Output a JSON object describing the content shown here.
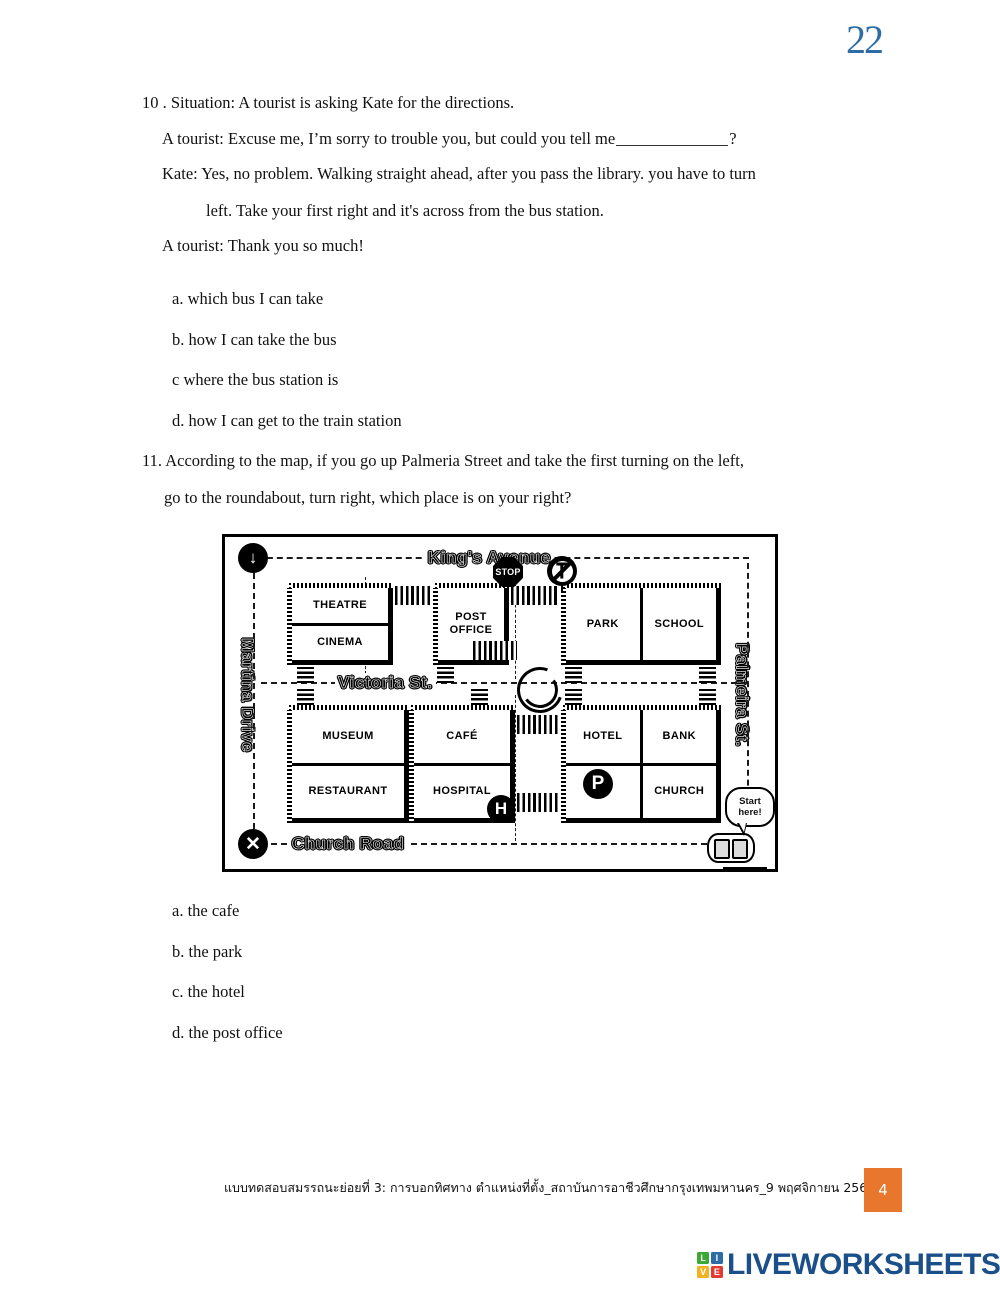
{
  "page": {
    "number_top": "22",
    "badge_number": "4",
    "footer_text": "แบบทดสอบสมรรถนะย่อยที่ 3: การบอกทิศทาง ตำแหน่งที่ตั้ง_สถาบันการอาชีวศึกษากรุงเทพมหานคร_9 พฤศจิกายน 2565",
    "accent_blue": "#2e6da4",
    "accent_orange": "#e8762c",
    "logo_blue": "#1b4f8a"
  },
  "questions": [
    {
      "number": "10 .",
      "lines": [
        "10 . Situation: A tourist is asking Kate for the directions.",
        "A tourist: Excuse me, I’m sorry to trouble you, but could you tell me",
        "Kate: Yes, no problem. Walking straight ahead, after you pass the library. you have to turn",
        "left.  Take your first right and it's across from the bus station.",
        "A tourist: Thank you so much!"
      ],
      "line2_suffix": "?",
      "options": [
        "a. which bus I can take",
        "b. how I can take the bus",
        "c where the bus station is",
        "d. how I can get to the train station"
      ]
    },
    {
      "number": "11.",
      "lines": [
        "11. According to the map, if you go up Palmeria Street and take the first turning on the left,",
        "go to the roundabout, turn right, which place is on your right?"
      ],
      "options": [
        "a. the cafe",
        "b. the park",
        "c. the hotel",
        "d. the post office"
      ]
    }
  ],
  "map": {
    "streets": {
      "top": "King's Avenue",
      "middle": "Victoria St.",
      "bottom": "Church Road",
      "left": "Martina Drive",
      "right": "Palmeira St."
    },
    "buildings": {
      "theatre": "THEATRE",
      "cinema": "CINEMA",
      "post_office": "POST\nOFFICE",
      "post_office_l1": "POST",
      "post_office_l2": "OFFICE",
      "park": "PARK",
      "school": "SCHOOL",
      "museum": "MUSEUM",
      "restaurant": "RESTAURANT",
      "cafe": "CAFÉ",
      "hospital": "HOSPITAL",
      "hotel": "HOTEL",
      "bank": "BANK",
      "church": "CHURCH"
    },
    "signs": {
      "stop": "STOP",
      "no_turn": "no-turn-sign",
      "hospital_marker": "H",
      "parking_marker": "P",
      "one_way_marker": "down-arrow",
      "no_entry_marker": "x-circle"
    },
    "start_bubble_l1": "Start",
    "start_bubble_l2": "here!"
  },
  "logo": {
    "text": "LIVEWORKSHEETS",
    "tiles": [
      {
        "letter": "L",
        "color": "#3aaa35"
      },
      {
        "letter": "I",
        "color": "#2e6da4"
      },
      {
        "letter": "V",
        "color": "#f0b323"
      },
      {
        "letter": "E",
        "color": "#e03c31"
      }
    ]
  }
}
